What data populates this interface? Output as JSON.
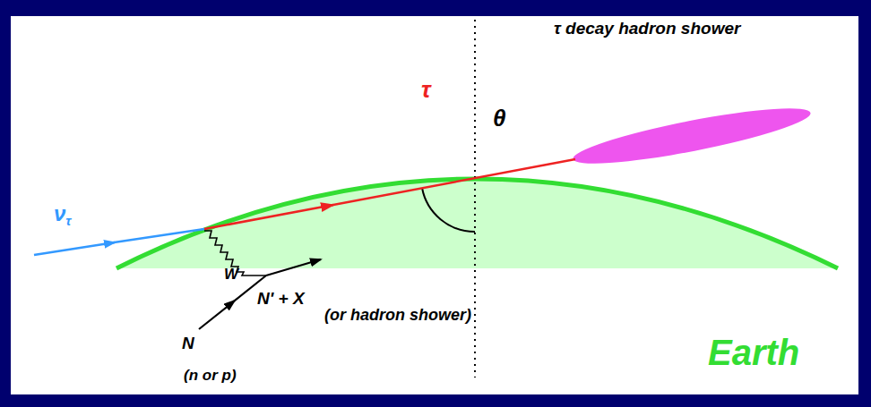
{
  "diagram": {
    "labels": [
      "τ decay hadron shower",
      "τ",
      "θ",
      "ντ",
      "W",
      "N' + X",
      "(or hadron shower)",
      "N",
      "(n or p)",
      "Earth"
    ]
  }
}
